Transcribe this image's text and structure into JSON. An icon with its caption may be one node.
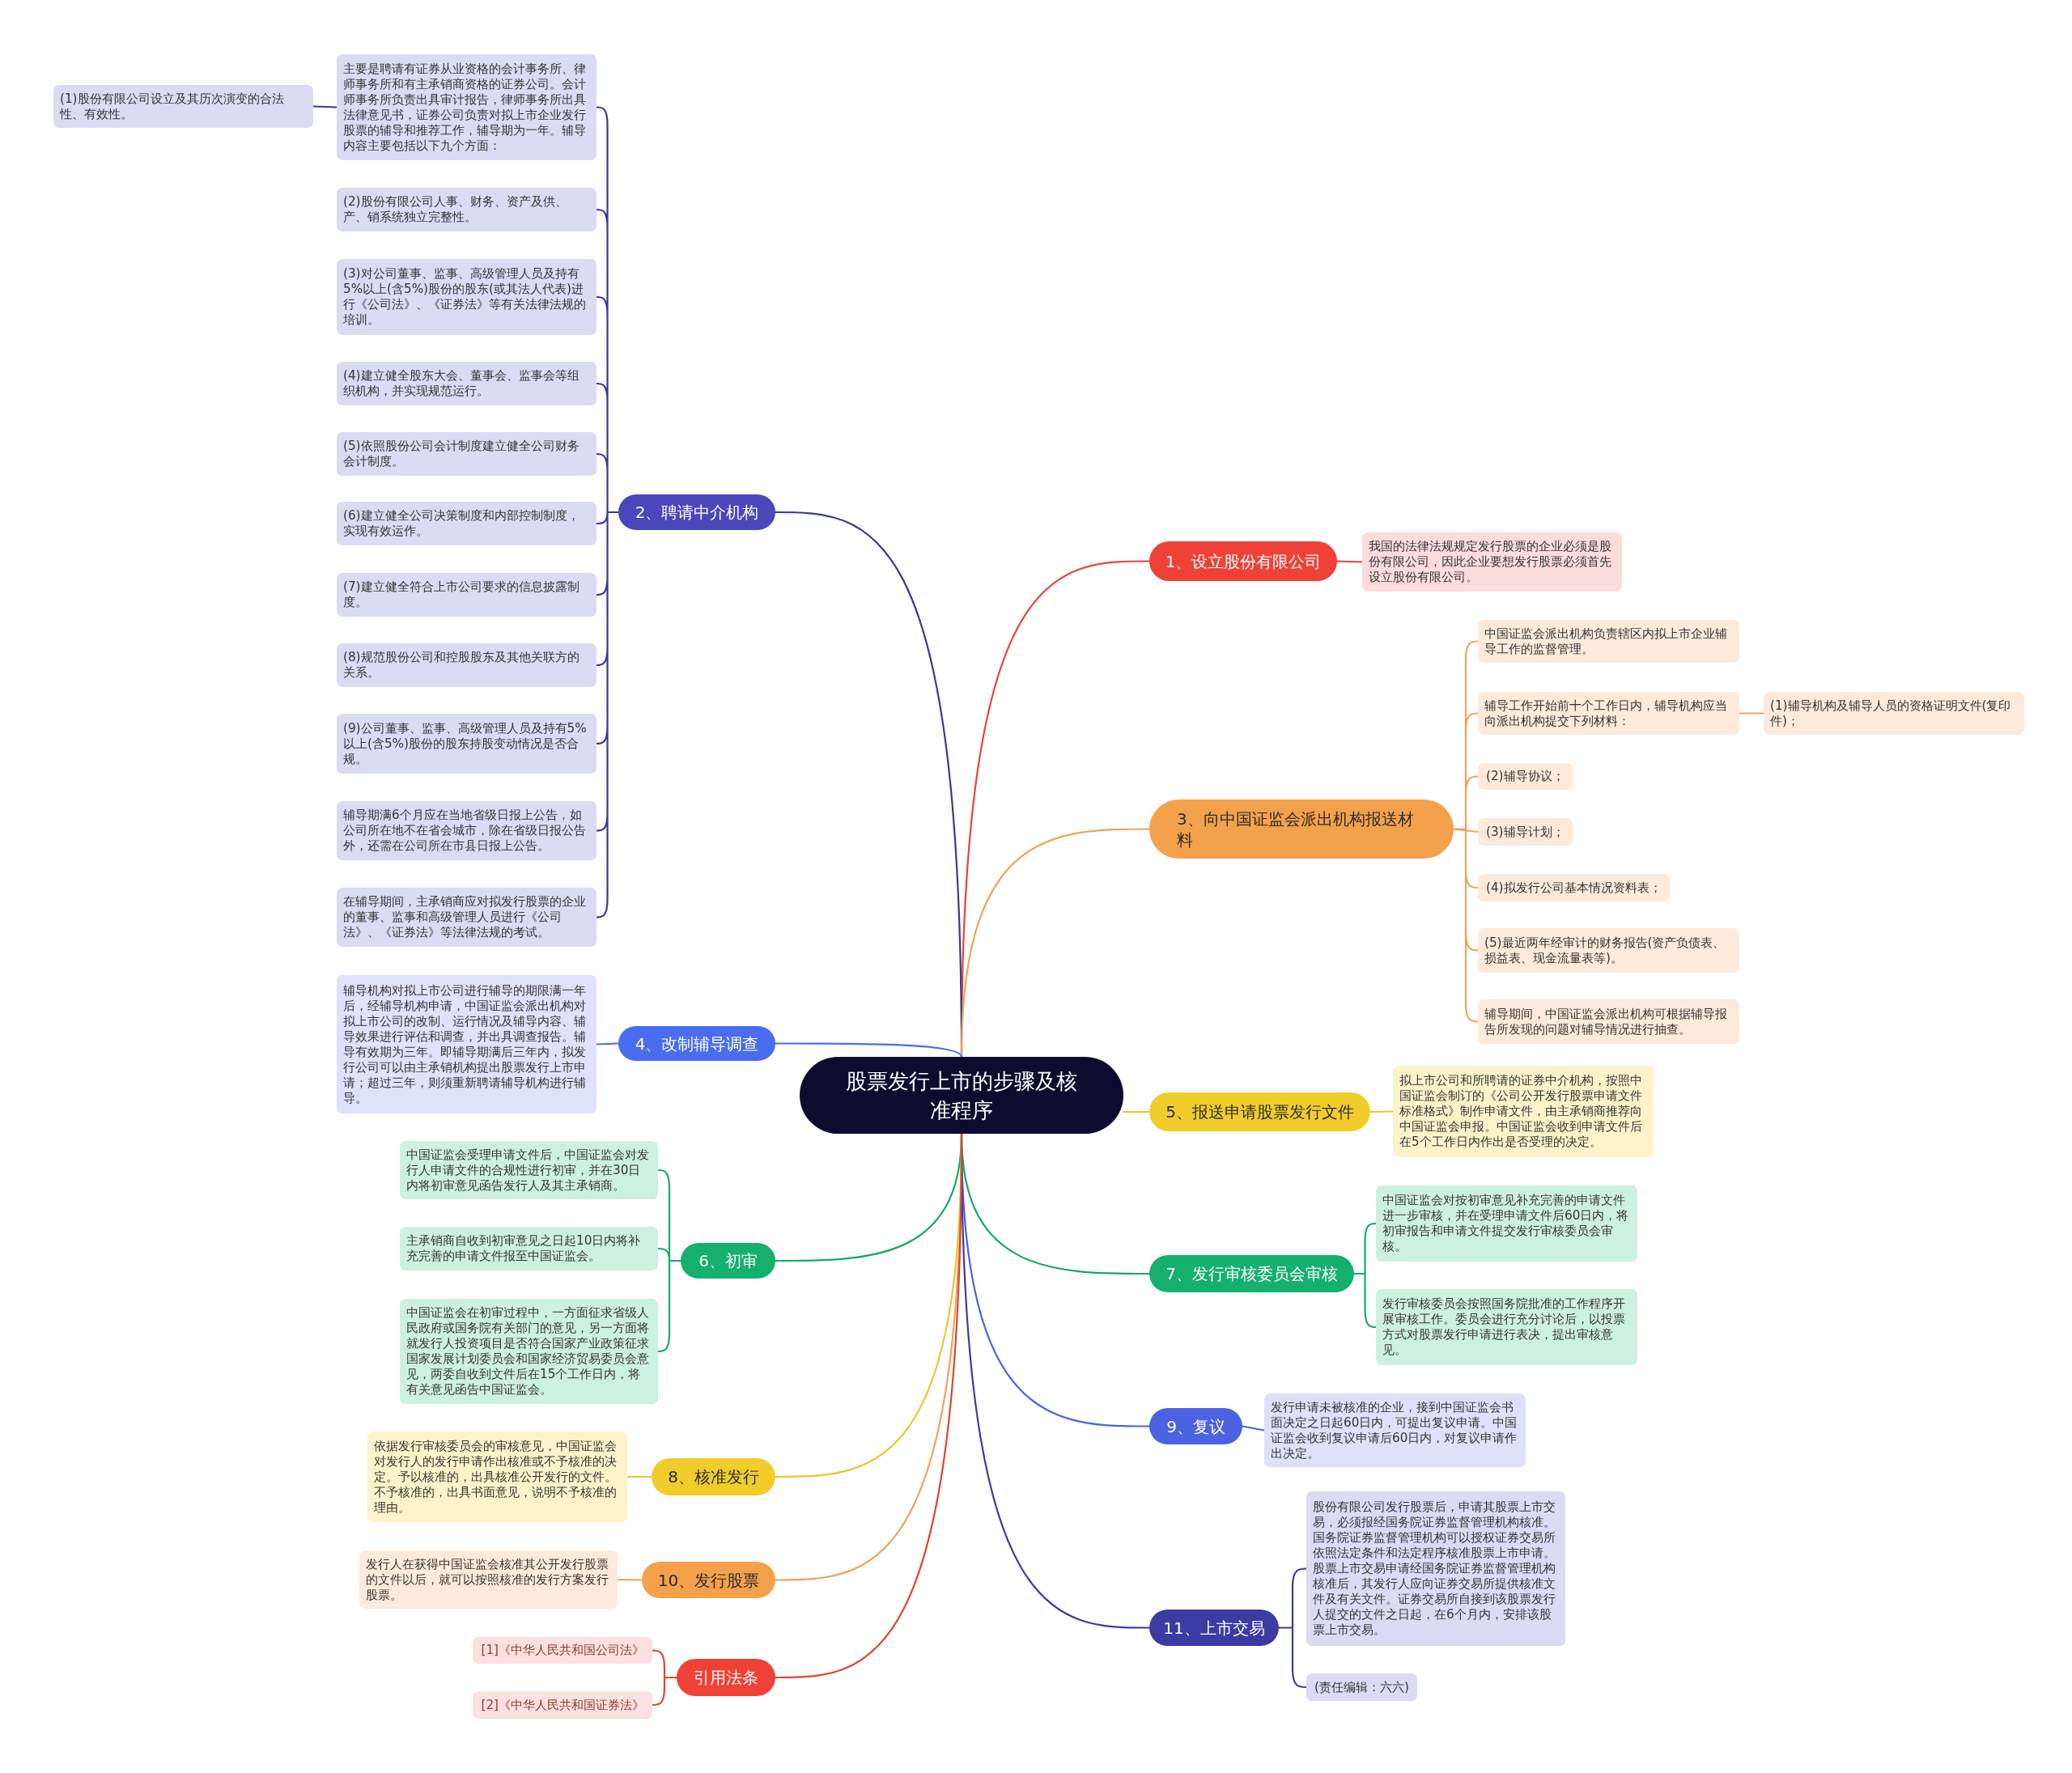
{
  "diagram": {
    "nodes": [
      {
        "text": [
          "股票发行上市的步骤及核准程序"
        ]
      },
      {
        "text": [
          "1、设立股份有限公司"
        ]
      },
      {
        "text": [
          "我国的法律法规规定发行股票的企业必须是股份有限公司，因此企业要想发行股票必须首先设立股份有限公司。"
        ]
      },
      {
        "text": [
          "2、聘请中介机构"
        ]
      },
      {
        "text": [
          "主要是聘请有证券从业资格的会计事务所、律师事务所和有主承销商资格的证券公司。会计师事务所负责出具审计报告，律师事务所出具法律意见书，证券公司负责对拟上市企业发行股票的辅导和推荐工作，辅导期为一年。辅导内容主要包括以下九个方面："
        ]
      },
      {
        "text": [
          "(1)股份有限公司设立及其历次演变的合法性、有效性。"
        ]
      },
      {
        "text": [
          "(2)股份有限公司人事、财务、资产及供、产、销系统独立完整性。"
        ]
      },
      {
        "text": [
          "(3)对公司董事、监事、高级管理人员及持有5%以上(含5%)股份的股东(或其法人代表)进行《公司法》、《证券法》等有关法律法规的培训。"
        ]
      },
      {
        "text": [
          "(4)建立健全股东大会、董事会、监事会等组织机构，并实现规范运行。"
        ]
      },
      {
        "text": [
          "(5)依照股份公司会计制度建立健全公司财务会计制度。"
        ]
      },
      {
        "text": [
          "(6)建立健全公司决策制度和内部控制制度，实现有效运作。"
        ]
      },
      {
        "text": [
          "(7)建立健全符合上市公司要求的信息披露制度。"
        ]
      },
      {
        "text": [
          "(8)规范股份公司和控股股东及其他关联方的关系。"
        ]
      },
      {
        "text": [
          "(9)公司董事、监事、高级管理人员及持有5%以上(含5%)股份的股东持股变动情况是否合规。"
        ]
      },
      {
        "text": [
          "辅导期满6个月应在当地省级日报上公告，如公司所在地不在省会城市，除在省级日报公告外，还需在公司所在市县日报上公告。"
        ]
      },
      {
        "text": [
          "在辅导期间，主承销商应对拟发行股票的企业的董事、监事和高级管理人员进行《公司法》、《证券法》等法律法规的考试。"
        ]
      },
      {
        "text": [
          "3、向中国证监会派出机构报送材料"
        ]
      },
      {
        "text": [
          "中国证监会派出机构负责辖区内拟上市企业辅导工作的监督管理。"
        ]
      },
      {
        "text": [
          "辅导工作开始前十个工作日内，辅导机构应当向派出机构提交下列材料："
        ]
      },
      {
        "text": [
          "(1)辅导机构及辅导人员的资格证明文件(复印件)；"
        ]
      },
      {
        "text": [
          "(2)辅导协议；"
        ]
      },
      {
        "text": [
          "(3)辅导计划；"
        ]
      },
      {
        "text": [
          "(4)拟发行公司基本情况资料表；"
        ]
      },
      {
        "text": [
          "(5)最近两年经审计的财务报告(资产负债表、损益表、现金流量表等)。"
        ]
      },
      {
        "text": [
          "辅导期间，中国证监会派出机构可根据辅导报告所发现的问题对辅导情况进行抽查。"
        ]
      },
      {
        "text": [
          "4、改制辅导调查"
        ]
      },
      {
        "text": [
          "辅导机构对拟上市公司进行辅导的期限满一年后，经辅导机构申请，中国证监会派出机构对拟上市公司的改制、运行情况及辅导内容、辅导效果进行评估和调查，并出具调查报告。辅导有效期为三年。即辅导期满后三年内，拟发行公司可以由主承销机构提出股票发行上市申请；超过三年，则须重新聘请辅导机构进行辅导。"
        ]
      },
      {
        "text": [
          "5、报送申请股票发行文件"
        ]
      },
      {
        "text": [
          "拟上市公司和所聘请的证券中介机构，按照中国证监会制订的《公司公开发行股票申请文件标准格式》制作申请文件，由主承销商推荐向中国证监会申报。中国证监会收到申请文件后在5个工作日内作出是否受理的决定。"
        ]
      },
      {
        "text": [
          "6、初审"
        ]
      },
      {
        "text": [
          "中国证监会受理申请文件后，中国证监会对发行人申请文件的合规性进行初审，并在30日内将初审意见函告发行人及其主承销商。"
        ]
      },
      {
        "text": [
          "主承销商自收到初审意见之日起10日内将补充完善的申请文件报至中国证监会。"
        ]
      },
      {
        "text": [
          "中国证监会在初审过程中，一方面征求省级人民政府或国务院有关部门的意见，另一方面将就发行人投资项目是否符合国家产业政策征求国家发展计划委员会和国家经济贸易委员会意见，两委自收到文件后在15个工作日内，将有关意见函告中国证监会。"
        ]
      },
      {
        "text": [
          "7、发行审核委员会审核"
        ]
      },
      {
        "text": [
          "中国证监会对按初审意见补充完善的申请文件进一步审核，并在受理申请文件后60日内，将初审报告和申请文件提交发行审核委员会审核。"
        ]
      },
      {
        "text": [
          "发行审核委员会按照国务院批准的工作程序开展审核工作。委员会进行充分讨论后，以投票方式对股票发行申请进行表决，提出审核意见。"
        ]
      },
      {
        "text": [
          "8、核准发行"
        ]
      },
      {
        "text": [
          "依据发行审核委员会的审核意见，中国证监会对发行人的发行申请作出核准或不予核准的决定。予以核准的，出具核准公开发行的文件。不予核准的，出具书面意见，说明不予核准的理由。"
        ]
      },
      {
        "text": [
          "9、复议"
        ]
      },
      {
        "text": [
          "发行申请未被核准的企业，接到中国证监会书面决定之日起60日内，可提出复议申请。中国证监会收到复议申请后60日内，对复议申请作出决定。"
        ]
      },
      {
        "text": [
          "10、发行股票"
        ]
      },
      {
        "text": [
          "发行人在获得中国证监会核准其公开发行股票的文件以后，就可以按照核准的发行方案发行股票。"
        ]
      },
      {
        "text": [
          "11、上市交易"
        ]
      },
      {
        "text": [
          "股份有限公司发行股票后，申请其股票上市交易，必须报经国务院证券监督管理机构核准。国务院证券监督管理机构可以授权证券交易所依照法定条件和法定程序核准股票上市申请。股票上市交易申请经国务院证券监督管理机构核准后，其发行人应向证券交易所提供核准文件及有关文件。证券交易所自接到该股票发行人提交的文件之日起，在6个月内，安排该股票上市交易。"
        ]
      },
      {
        "text": [
          "(责任编辑：六六)"
        ]
      },
      {
        "text": [
          "引用法条"
        ]
      },
      {
        "text": [
          "[1]《中华人民共和国公司法》"
        ]
      },
      {
        "text": [
          "[2]《中华人民共和国证券法》"
        ]
      }
    ],
    "edges": [
      {
        "from": 0,
        "to": 1,
        "arrow": "none",
        "color": "#e8443a"
      },
      {
        "from": 1,
        "to": 2,
        "arrow": "none",
        "color": "#e8443a"
      },
      {
        "from": 0,
        "to": 3,
        "arrow": "none",
        "color": "#3a3a8e"
      },
      {
        "from": 3,
        "to": 4,
        "arrow": "none",
        "color": "#3a3a8e"
      },
      {
        "from": 4,
        "to": 5,
        "arrow": "none",
        "color": "#3a3a8e"
      },
      {
        "from": 3,
        "to": 6,
        "arrow": "none",
        "color": "#3a3a8e"
      },
      {
        "from": 3,
        "to": 7,
        "arrow": "none",
        "color": "#3a3a8e"
      },
      {
        "from": 3,
        "to": 8,
        "arrow": "none",
        "color": "#3a3a8e"
      },
      {
        "from": 3,
        "to": 9,
        "arrow": "none",
        "color": "#3a3a8e"
      },
      {
        "from": 3,
        "to": 10,
        "arrow": "none",
        "color": "#3a3a8e"
      },
      {
        "from": 3,
        "to": 11,
        "arrow": "none",
        "color": "#3a3a8e"
      },
      {
        "from": 3,
        "to": 12,
        "arrow": "none",
        "color": "#3a3a8e"
      },
      {
        "from": 3,
        "to": 13,
        "arrow": "none",
        "color": "#3a3a8e"
      },
      {
        "from": 3,
        "to": 14,
        "arrow": "none",
        "color": "#3a3a8e"
      },
      {
        "from": 3,
        "to": 15,
        "arrow": "none",
        "color": "#3a3a8e"
      },
      {
        "from": 0,
        "to": 16,
        "arrow": "none",
        "color": "#eda45b"
      },
      {
        "from": 16,
        "to": 17,
        "arrow": "none",
        "color": "#eda45b"
      },
      {
        "from": 16,
        "to": 18,
        "arrow": "none",
        "color": "#eda45b"
      },
      {
        "from": 18,
        "to": 19,
        "arrow": "none",
        "color": "#eda45b"
      },
      {
        "from": 16,
        "to": 20,
        "arrow": "none",
        "color": "#eda45b"
      },
      {
        "from": 16,
        "to": 21,
        "arrow": "none",
        "color": "#eda45b"
      },
      {
        "from": 16,
        "to": 22,
        "arrow": "none",
        "color": "#eda45b"
      },
      {
        "from": 16,
        "to": 23,
        "arrow": "none",
        "color": "#eda45b"
      },
      {
        "from": 16,
        "to": 24,
        "arrow": "none",
        "color": "#eda45b"
      },
      {
        "from": 0,
        "to": 25,
        "arrow": "none",
        "color": "#4a6cf0"
      },
      {
        "from": 25,
        "to": 26,
        "arrow": "none",
        "color": "#4a6cf0"
      },
      {
        "from": 0,
        "to": 27,
        "arrow": "none",
        "color": "#e9c62c"
      },
      {
        "from": 27,
        "to": 28,
        "arrow": "none",
        "color": "#e9c62c"
      },
      {
        "from": 0,
        "to": 29,
        "arrow": "none",
        "color": "#17a96a"
      },
      {
        "from": 29,
        "to": 30,
        "arrow": "none",
        "color": "#17a96a"
      },
      {
        "from": 29,
        "to": 31,
        "arrow": "none",
        "color": "#17a96a"
      },
      {
        "from": 29,
        "to": 32,
        "arrow": "none",
        "color": "#17a96a"
      },
      {
        "from": 0,
        "to": 33,
        "arrow": "none",
        "color": "#17a96a"
      },
      {
        "from": 33,
        "to": 34,
        "arrow": "none",
        "color": "#17a96a"
      },
      {
        "from": 33,
        "to": 35,
        "arrow": "none",
        "color": "#17a96a"
      },
      {
        "from": 0,
        "to": 36,
        "arrow": "none",
        "color": "#e9c62c"
      },
      {
        "from": 36,
        "to": 37,
        "arrow": "none",
        "color": "#e9c62c"
      },
      {
        "from": 0,
        "to": 38,
        "arrow": "none",
        "color": "#4b63df"
      },
      {
        "from": 38,
        "to": 39,
        "arrow": "none",
        "color": "#4b63df"
      },
      {
        "from": 0,
        "to": 40,
        "arrow": "none",
        "color": "#eda45b"
      },
      {
        "from": 40,
        "to": 41,
        "arrow": "none",
        "color": "#eda45b"
      },
      {
        "from": 0,
        "to": 42,
        "arrow": "none",
        "color": "#3d3aa6"
      },
      {
        "from": 42,
        "to": 43,
        "arrow": "none",
        "color": "#3d3aa6"
      },
      {
        "from": 42,
        "to": 44,
        "arrow": "none",
        "color": "#3d3aa6"
      },
      {
        "from": 0,
        "to": 45,
        "arrow": "none",
        "color": "#d9482f"
      },
      {
        "from": 45,
        "to": 46,
        "arrow": "none",
        "color": "#d9482f"
      },
      {
        "from": 45,
        "to": 47,
        "arrow": "none",
        "color": "#d9482f"
      }
    ]
  }
}
